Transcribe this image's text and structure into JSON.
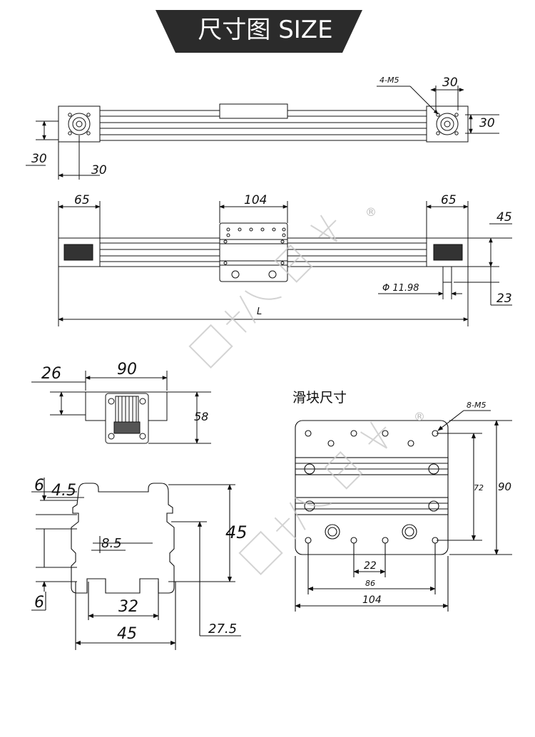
{
  "banner": {
    "title": "尺寸图 SIZE",
    "bg_color": "#2b2b2b",
    "text_color": "#ffffff"
  },
  "top_view": {
    "screw_label": "4-M5",
    "dim_hole_spacing_h": "30",
    "dim_hole_spacing_v": "30",
    "dim_left_v": "30",
    "dim_left_h": "30"
  },
  "front_view": {
    "dim_left_end": "65",
    "dim_slider_width": "104",
    "dim_right_end": "65",
    "dim_height": "45",
    "dim_shaft": "Φ 11.98",
    "dim_shaft_offset": "23",
    "dim_length": "L"
  },
  "end_view": {
    "dim_width": "90",
    "dim_top": "26",
    "dim_height": "58"
  },
  "profile_view": {
    "dim_6_top": "6",
    "dim_4_5": "4.5",
    "dim_8_5": "8.5",
    "dim_45_height": "45",
    "dim_32": "32",
    "dim_45_width": "45",
    "dim_27_5": "27.5",
    "dim_6_bottom": "6"
  },
  "slider_view": {
    "title": "滑块尺寸",
    "screw_label": "8-M5",
    "dim_72": "72",
    "dim_90": "90",
    "dim_22": "22",
    "dim_86": "86",
    "dim_104": "104"
  },
  "watermark": {
    "reg_mark": "®"
  }
}
